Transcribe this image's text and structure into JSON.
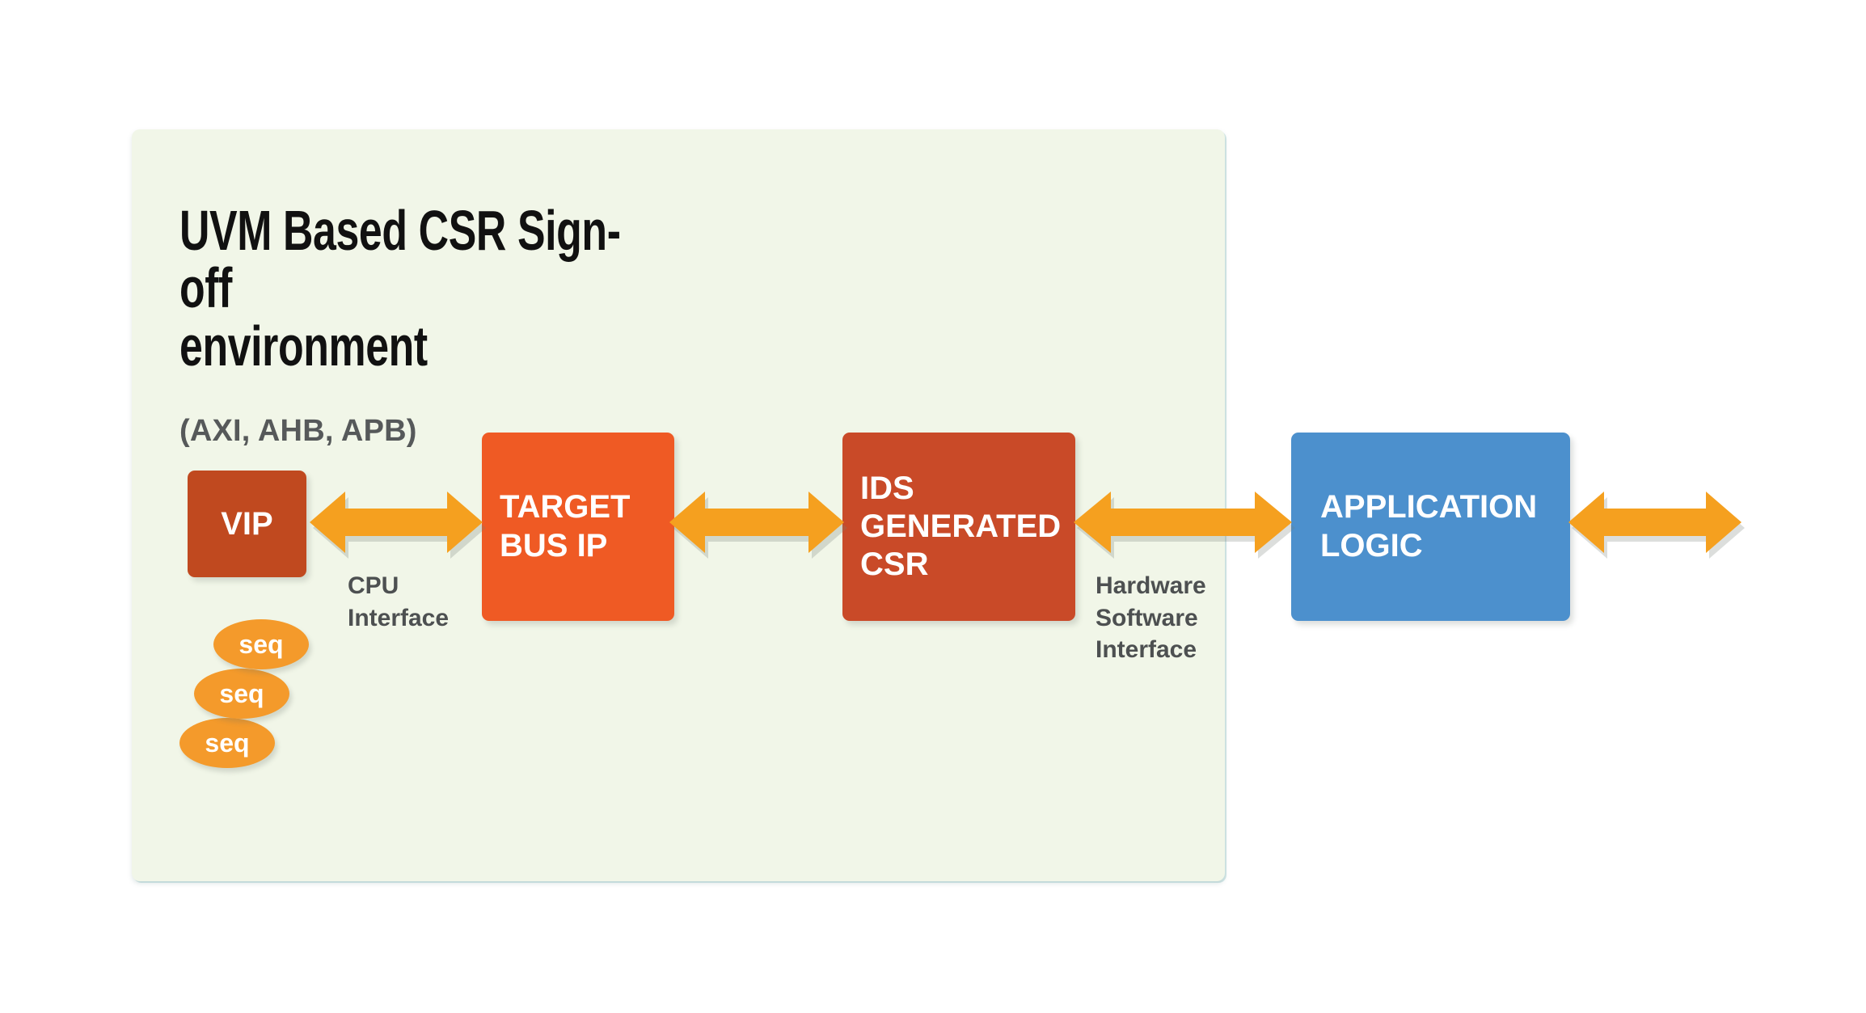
{
  "panel": {
    "background_color": "#f1f6e8",
    "border_color": "#d3e5e5"
  },
  "heading": {
    "title": "UVM Based CSR Sign-off\nenvironment",
    "title_color": "#111111",
    "subtitle": "(AXI, AHB, APB)",
    "subtitle_color": "#56595a"
  },
  "blocks": [
    {
      "id": "vip",
      "label": "VIP",
      "color": "#c0491f",
      "text_color": "#ffffff"
    },
    {
      "id": "target-bus-ip",
      "label": "TARGET\nBUS IP",
      "color": "#ef5a24",
      "text_color": "#ffffff"
    },
    {
      "id": "ids-generated-csr",
      "label": "IDS\nGENERATED\nCSR",
      "color": "#c94a28",
      "text_color": "#ffffff"
    },
    {
      "id": "application-logic",
      "label": "APPLICATION\nLOGIC",
      "color": "#4c90cd",
      "text_color": "#ffffff"
    }
  ],
  "arrows": [
    {
      "id": "vip-to-target",
      "direction": "bidirectional",
      "color": "#f5a01f"
    },
    {
      "id": "target-to-csr",
      "direction": "bidirectional",
      "color": "#f5a01f"
    },
    {
      "id": "csr-to-application",
      "direction": "bidirectional",
      "color": "#f5a01f"
    },
    {
      "id": "application-outbound",
      "direction": "bidirectional",
      "color": "#f5a01f"
    }
  ],
  "captions": [
    {
      "id": "cpu-interface",
      "text": "CPU\nInterface",
      "color": "#4d5051"
    },
    {
      "id": "hardware-software-interface",
      "text": "Hardware\nSoftware\nInterface",
      "color": "#4d5051"
    }
  ],
  "sequences": {
    "color": "#f49a2b",
    "text_color": "#ffffff",
    "items": [
      {
        "label": "seq"
      },
      {
        "label": "seq"
      },
      {
        "label": "seq"
      }
    ]
  }
}
